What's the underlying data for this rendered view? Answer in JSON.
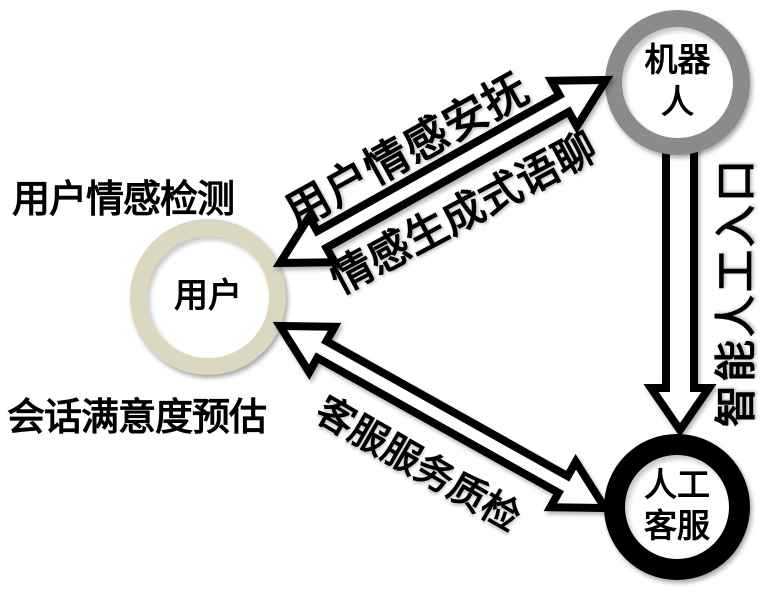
{
  "diagram": {
    "nodes": {
      "user": {
        "label": "用户",
        "ring_color": "#DBD7C1"
      },
      "robot": {
        "label": "机器\n人",
        "ring_color": "#8B8B8B"
      },
      "agent": {
        "label": "人工\n客服",
        "ring_color": "#000000"
      }
    },
    "edges": {
      "user_robot_top": {
        "label": "用户情感安抚",
        "from": "用户",
        "to": "机器人",
        "direction": "bidirectional"
      },
      "user_robot_bottom": {
        "label": "情感生成式语聊",
        "from": "用户",
        "to": "机器人",
        "direction": "bidirectional"
      },
      "robot_agent": {
        "label": "智能人工入口",
        "from": "机器人",
        "to": "人工客服",
        "direction": "one-way-down"
      },
      "user_agent": {
        "label": "客服服务质检",
        "from": "用户",
        "to": "人工客服",
        "direction": "bidirectional"
      }
    },
    "annotations": {
      "top_left": "用户情感检测",
      "bottom_left": "会话满意度预估"
    },
    "colors": {
      "background": "#FFFFFF",
      "arrow_fill": "#FFFFFF",
      "arrow_outline": "#000000",
      "text": "#000000"
    }
  }
}
